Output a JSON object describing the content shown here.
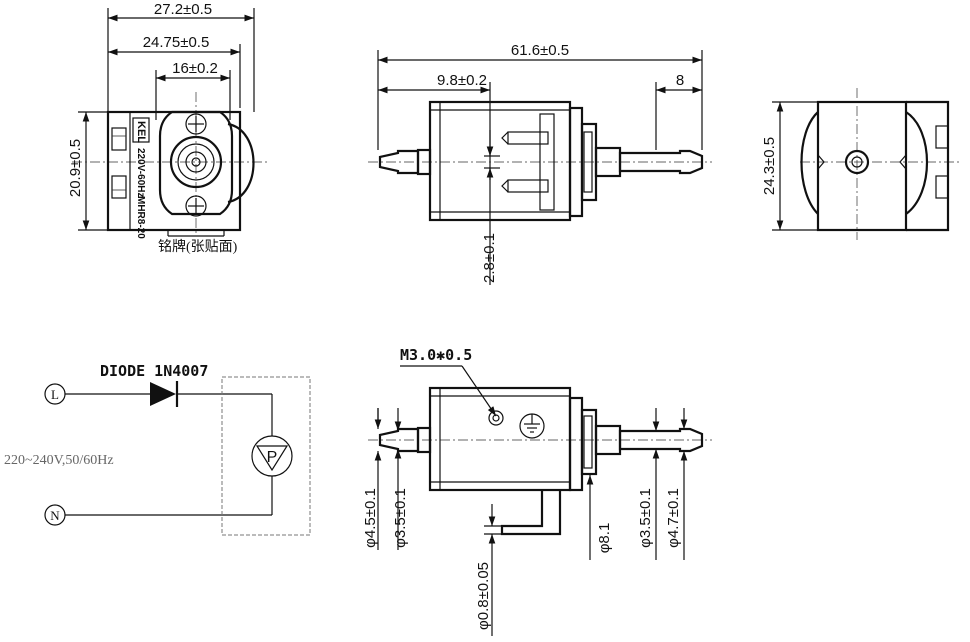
{
  "top_left_view": {
    "dim_overall_width": "27.2±0.5",
    "dim_mount_width": "24.75±0.5",
    "dim_hole_spacing": "16±0.2",
    "dim_height": "20.9±0.5",
    "nameplate_note": "铭牌(张贴面)",
    "label_brand": "KEL",
    "label_voltage": "220V-60Hz",
    "label_model": "MHR8-20"
  },
  "side_view": {
    "dim_total_length": "61.6±0.5",
    "dim_body_offset": "9.8±0.2",
    "dim_outlet_length": "8",
    "dim_terminal_thickness": "2.8±0.1"
  },
  "end_view": {
    "dim_height": "24.3±0.5"
  },
  "circuit": {
    "diode_label": "DIODE 1N4007",
    "supply_label": "220~240V,50/60Hz",
    "terminal_l": "L",
    "terminal_n": "N",
    "pump_symbol": "P"
  },
  "bottom_view": {
    "thread_label": "M3.0✱0.5",
    "dim_inlet_outer": "φ4.5±0.1",
    "dim_inlet_inner": "φ3.5±0.1",
    "dim_pin": "φ0.8±0.05",
    "dim_collar": "φ8.1",
    "dim_outlet_inner": "φ3.5±0.1",
    "dim_outlet_outer": "φ4.7±0.1"
  }
}
